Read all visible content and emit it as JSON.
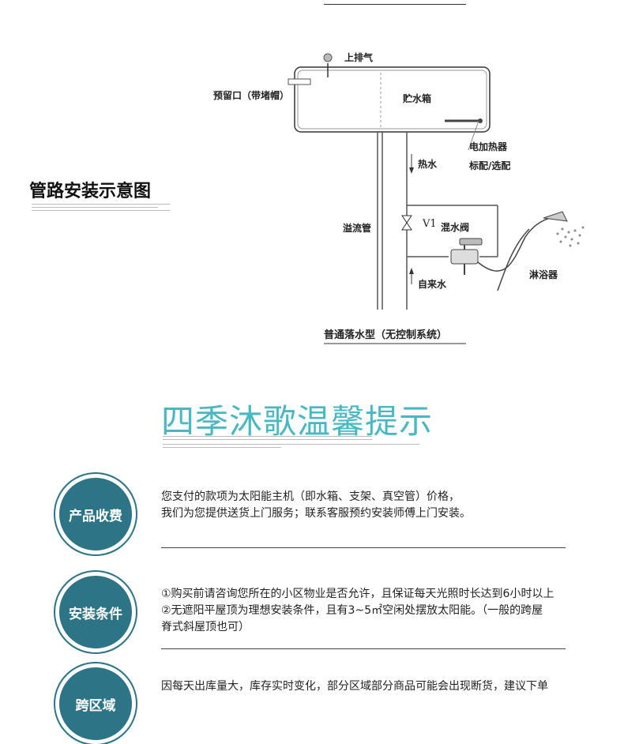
{
  "diagram": {
    "title": "管路安装示意图",
    "labels": {
      "top_vent": "上排气",
      "reserved_port": "预留口（带堵帽）",
      "water_tank": "贮水箱",
      "electric_heater": "电加热器",
      "standard_optional": "标配/选配",
      "hot_water": "热水",
      "overflow_pipe": "溢流管",
      "valve_v1": "V1",
      "mixing_valve": "混水阀",
      "shower": "淋浴器",
      "tap_water": "自来水",
      "system_type": "普通落水型（无控制系统）"
    }
  },
  "tips": {
    "title": "四季沐歌温馨提示",
    "items": [
      {
        "badge": "产品收费",
        "lines": [
          "您支付的款项为太阳能主机（即水箱、支架、真空管）价格，",
          "我们为您提供送货上门服务；联系客服预约安装师傅上门安装。"
        ]
      },
      {
        "badge": "安装条件",
        "lines": [
          "①购买前请咨询您所在的小区物业是否允许，且保证每天光照时长达到6小时以上",
          "②无遮阳平屋顶为理想安装条件，且有3~5㎡空闲处摆放太阳能。（一般的跨屋",
          "脊式斜屋顶也可）"
        ]
      },
      {
        "badge": "跨区域",
        "lines": [
          "因每天出库量大，库存实时变化，部分区域部分商品可能会出现断货，建议下单"
        ]
      }
    ]
  },
  "colors": {
    "accent": "#4ab8c2",
    "badge": "#2c7486"
  }
}
